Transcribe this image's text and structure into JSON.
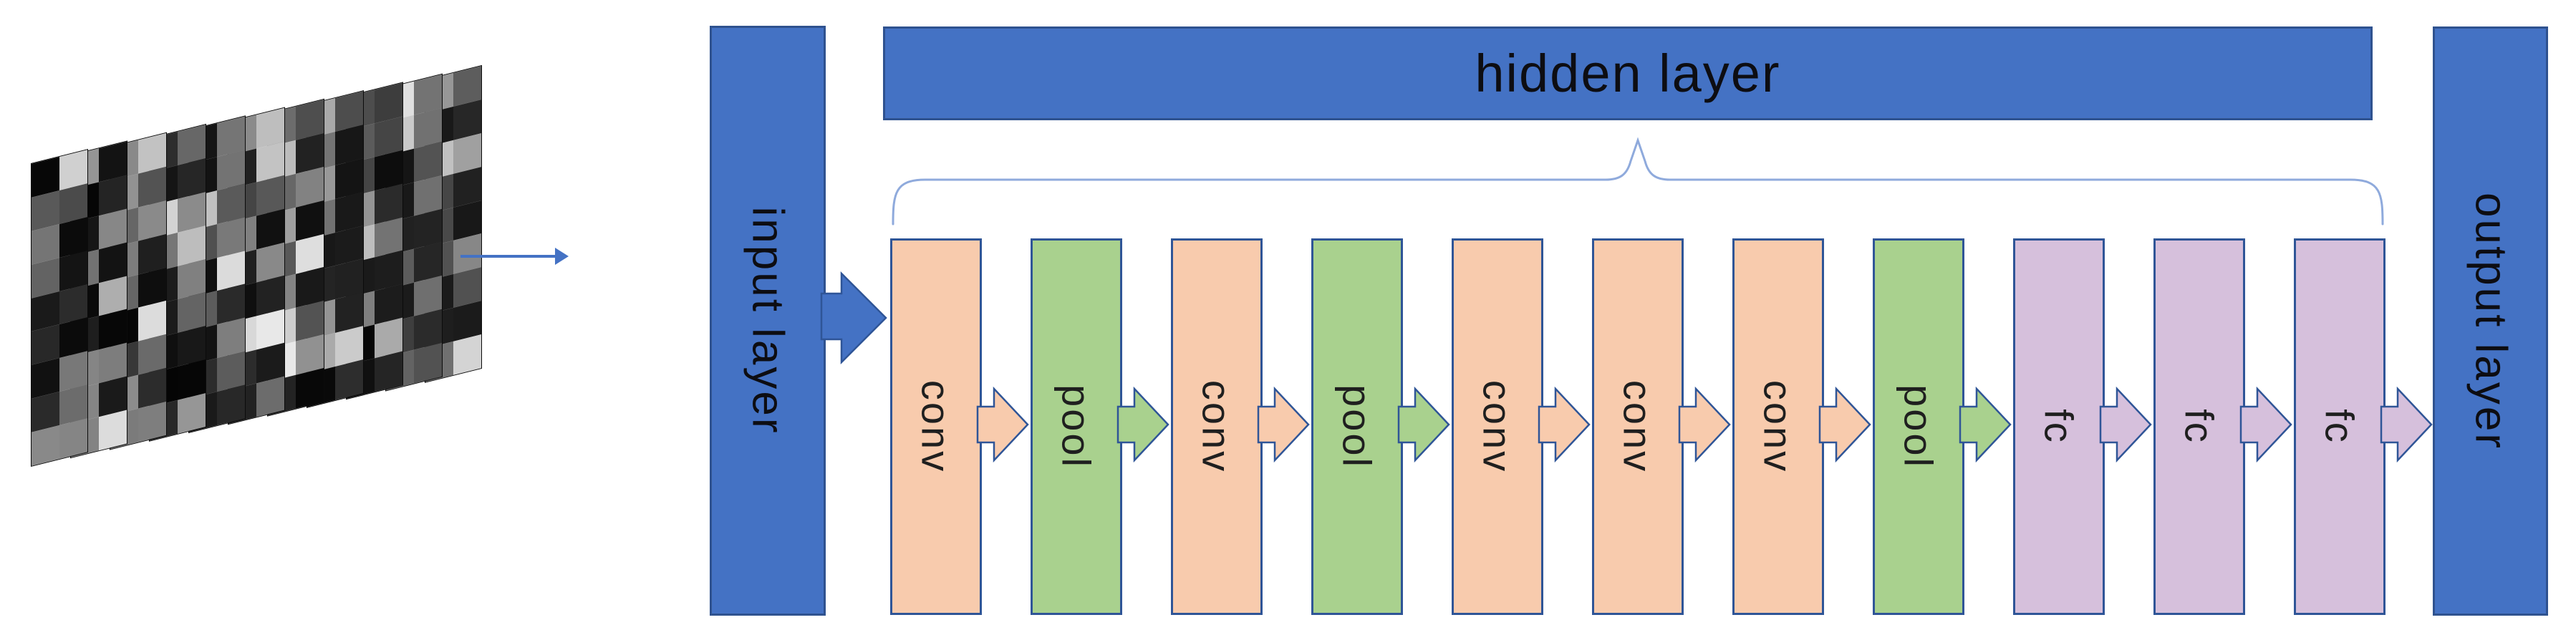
{
  "diagram": {
    "labels": {
      "input": "input layer",
      "hidden": "hidden layer",
      "output": "output layer"
    },
    "blocks": [
      {
        "label": "conv",
        "type": "conv"
      },
      {
        "label": "pool",
        "type": "pool"
      },
      {
        "label": "conv",
        "type": "conv"
      },
      {
        "label": "pool",
        "type": "pool"
      },
      {
        "label": "conv",
        "type": "conv"
      },
      {
        "label": "conv",
        "type": "conv"
      },
      {
        "label": "conv",
        "type": "conv"
      },
      {
        "label": "pool",
        "type": "pool"
      },
      {
        "label": "fc",
        "type": "fc"
      },
      {
        "label": "fc",
        "type": "fc"
      },
      {
        "label": "fc",
        "type": "fc"
      }
    ],
    "colors": {
      "bar_fill": "#4472C4",
      "bar_border": "#2F528F",
      "conv_fill": "#F8CBAD",
      "pool_fill": "#A9D18E",
      "fc_fill": "#D6C0DC",
      "block_border": "#2F5597",
      "brace": "#8FAADC",
      "label_text": "#1F1F1F",
      "bar_text": "#0D0D12"
    },
    "icons": {
      "stack_arrow": "right-arrow-icon",
      "input_arrow": "block-right-arrow-icon",
      "flow_arrow": "block-right-arrow-icon"
    }
  }
}
